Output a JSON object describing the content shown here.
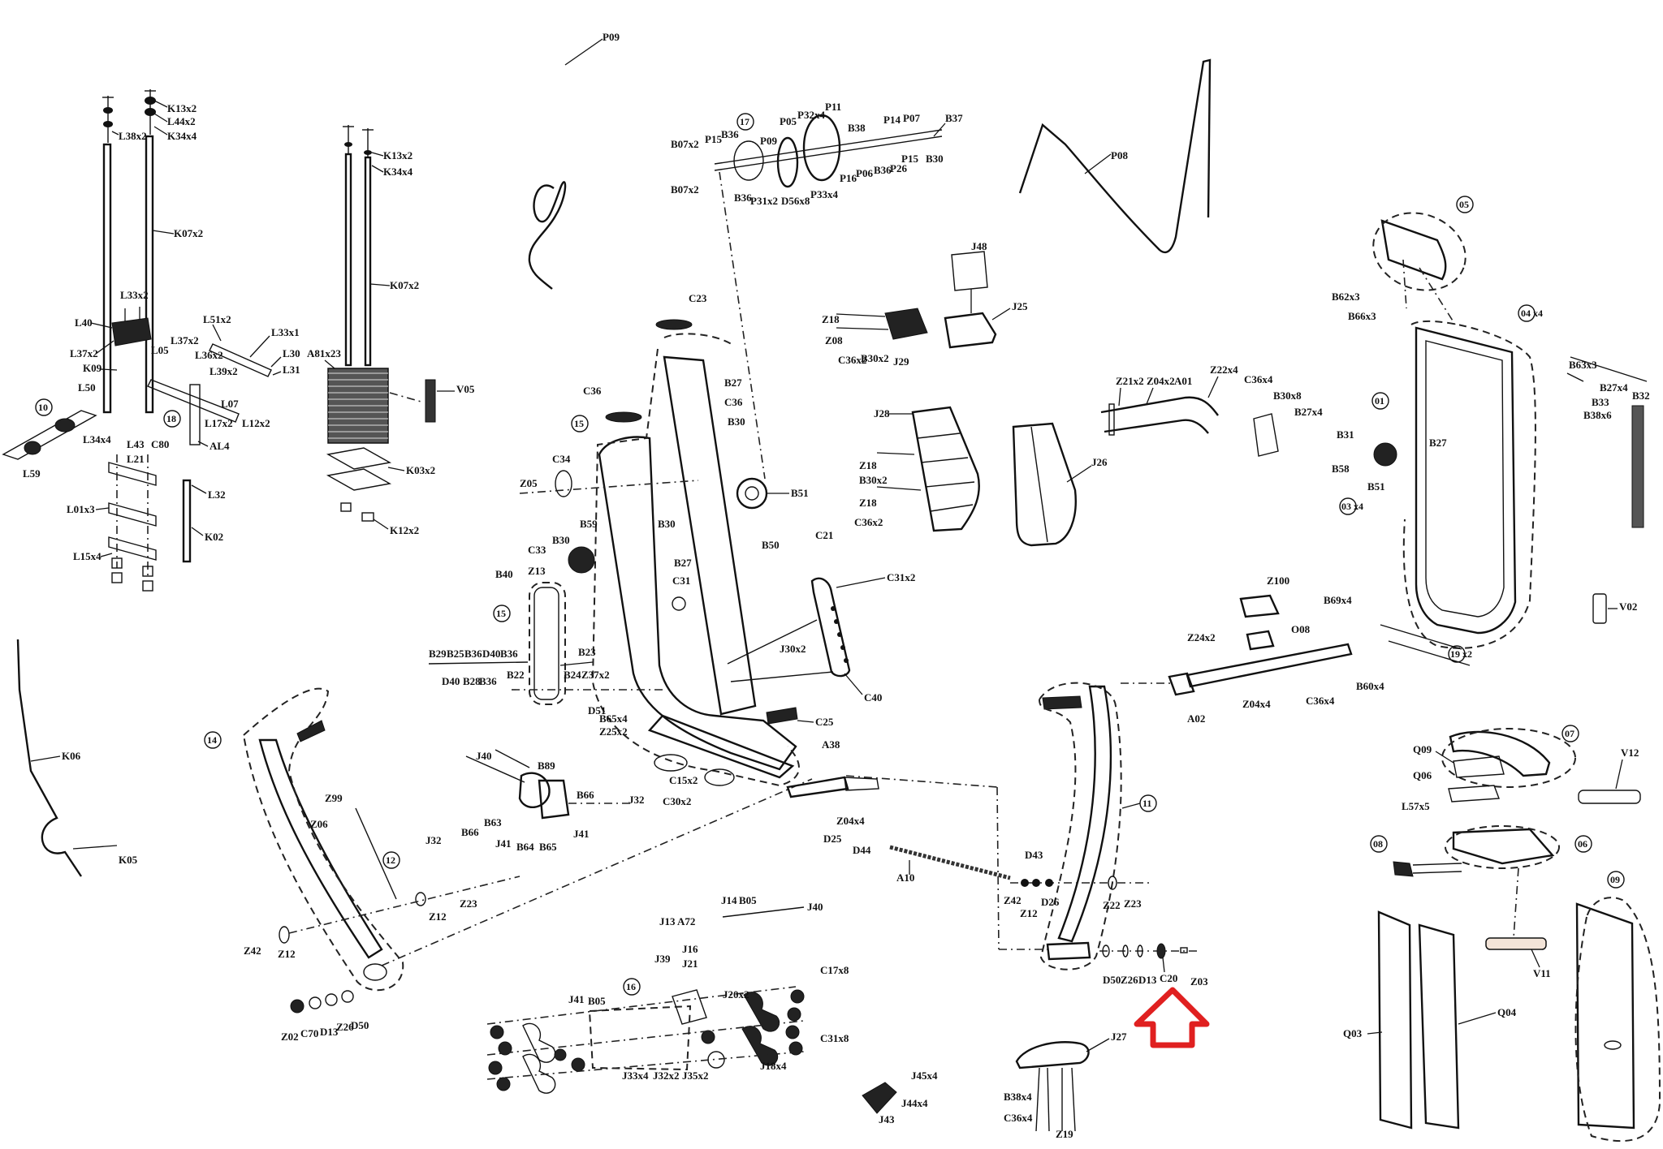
{
  "diagram": {
    "title": "Exploded parts diagram – multi-gym / elliptical assembly",
    "highlight": {
      "target_label": "C20",
      "indicator": "red-up-arrow",
      "color": "#e02020"
    },
    "groups": [
      {
        "id": "10",
        "text": "10"
      },
      {
        "id": "18",
        "text": "18"
      },
      {
        "id": "17",
        "text": "17"
      },
      {
        "id": "15a",
        "text": "15"
      },
      {
        "id": "15b",
        "text": "15"
      },
      {
        "id": "14",
        "text": "14"
      },
      {
        "id": "12",
        "text": "12"
      },
      {
        "id": "11",
        "text": "11"
      },
      {
        "id": "16",
        "text": "16"
      },
      {
        "id": "05",
        "text": "05"
      },
      {
        "id": "01",
        "text": "01"
      },
      {
        "id": "04",
        "text": "04 x4"
      },
      {
        "id": "03",
        "text": "03 x4"
      },
      {
        "id": "19",
        "text": "19 x2"
      },
      {
        "id": "07",
        "text": "07"
      },
      {
        "id": "08",
        "text": "08"
      },
      {
        "id": "06",
        "text": "06"
      },
      {
        "id": "09",
        "text": "09"
      }
    ],
    "labels": {
      "k13x2a": "K13x2",
      "l44x2": "L44x2",
      "k34x4a": "K34x4",
      "l38x2": "L38x2",
      "k07x2a": "K07x2",
      "l33x2": "L33x2",
      "l40": "L40",
      "l37x2a": "L37x2",
      "l05": "L05",
      "l37x2b": "L37x2",
      "l51x2": "L51x2",
      "l33x1": "L33x1",
      "l30": "L30",
      "l31": "L31",
      "l36x2": "L36x2",
      "l39x2": "L39x2",
      "k09": "K09",
      "l50": "L50",
      "l07": "L07",
      "l12x2": "L12x2",
      "l17x2": "L17x2",
      "l34x4": "L34x4",
      "c80": "C80",
      "l43": "L43",
      "l21": "L21",
      "al4": "AL4",
      "l59": "L59",
      "l32": "L32",
      "l01x3": "L01x3",
      "k02": "K02",
      "l15x4": "L15x4",
      "k13x2b": "K13x2",
      "k34x4b": "K34x4",
      "k07x2b": "K07x2",
      "a81x23": "A81x23",
      "v05": "V05",
      "k03x2": "K03x2",
      "k12x2": "K12x2",
      "p09": "P09",
      "p08": "P08",
      "b07x2a": "B07x2",
      "b07x2b": "B07x2",
      "p15a": "P15",
      "b36a": "B36",
      "b36b": "B36",
      "p09b": "P09",
      "p05": "P05",
      "p32x4": "P32x4",
      "p11": "P11",
      "b38": "B38",
      "p14": "P14",
      "p07": "P07",
      "b37": "B37",
      "b30": "B30",
      "p16": "P16",
      "p06": "P06",
      "b36c": "B36",
      "p26": "P26",
      "p15b": "P15",
      "p31x2": "P31x2",
      "d56x8": "D56x8",
      "p33x4": "P33x4",
      "j48": "J48",
      "j25": "J25",
      "z18a": "Z18",
      "z08": "Z08",
      "c36x2a": "C36x2",
      "b30x2a": "B30x2",
      "j29": "J29",
      "j28": "J28",
      "z18b": "Z18",
      "b30x2b": "B30x2",
      "z18c": "Z18",
      "c36x2b": "C36x2",
      "j26": "J26",
      "c23": "C23",
      "b27a": "B27",
      "c36a": "C36",
      "b30a": "B30",
      "c36b": "C36",
      "c34": "C34",
      "z05": "Z05",
      "b51a": "B51",
      "b50": "B50",
      "c21": "C21",
      "b59": "B59",
      "b30b": "B30",
      "b27b": "B27",
      "c31": "C31",
      "c33": "C33",
      "c31x2": "C31x2",
      "j30x2": "J30x2",
      "c40": "C40",
      "b40": "B40",
      "z13": "Z13",
      "b29": "B29",
      "b25": "B25",
      "b36d": "B36",
      "d40a": "D40",
      "b36e": "B36",
      "b23": "B23",
      "d40b": "D40",
      "b28": "B28",
      "b36f": "B36",
      "b22": "B22",
      "b24": "B24",
      "z37x2": "Z37x2",
      "d51": "D51",
      "b65x4": "B65x4",
      "z25x2": "Z25x2",
      "c25": "C25",
      "c15x2": "C15x2",
      "c30x2": "C30x2",
      "z21x2": "Z21x2",
      "z04x2": "Z04x2",
      "a01": "A01",
      "z22x4": "Z22x4",
      "c36x4a": "C36x4",
      "b30x8": "B30x8",
      "b27x4a": "B27x4",
      "b62x3": "B62x3",
      "b66x3": "B66x3",
      "b31a": "B31",
      "b58": "B58",
      "b51b": "B51",
      "b30c": "B30",
      "b27c": "B27",
      "b63x3": "B63x3",
      "b27x4b": "B27x4",
      "b32": "B32",
      "b33": "B33",
      "b38x6": "B38x6",
      "b69x4": "B69x4",
      "v02": "V02",
      "z100": "Z100",
      "o08": "O08",
      "z24x2": "Z24x2",
      "a02": "A02",
      "z04x4a": "Z04x4",
      "c36x4b": "C36x4",
      "b60x4": "B60x4",
      "k06": "K06",
      "k05": "K05",
      "j40": "J40",
      "b89": "B89",
      "b66a": "B66",
      "j32a": "J32",
      "b63": "B63",
      "b66b": "B66",
      "j32b": "J32",
      "j41a": "J41",
      "b64": "B64",
      "b65": "B65",
      "j41b": "J41",
      "z99": "Z99",
      "z06": "Z06",
      "z12a": "Z12",
      "z23a": "Z23",
      "z42a": "Z42",
      "z12b": "Z12",
      "z02": "Z02",
      "c70": "C70",
      "d13a": "D13",
      "z26a": "Z26",
      "d50a": "D50",
      "a38": "A38",
      "z04x4b": "Z04x4",
      "d25": "D25",
      "d44": "D44",
      "a10": "A10",
      "d43": "D43",
      "z42b": "Z42",
      "z12c": "Z12",
      "d26": "D26",
      "z22": "Z22",
      "z23b": "Z23",
      "d50b": "D50",
      "z26b": "Z26",
      "d13b": "D13",
      "c20": "C20",
      "z03": "Z03",
      "a72": "A72",
      "j14": "J14",
      "b05a": "B05",
      "j40b": "J40",
      "j13": "J13",
      "j39": "J39",
      "j16": "J16",
      "j21": "J21",
      "j41c": "J41",
      "b05b": "B05",
      "j20x2": "J20x2",
      "c17x8": "C17x8",
      "c31x8": "C31x8",
      "j18x4": "J18x4",
      "j33x4": "J33x4",
      "j32x2": "J32x2",
      "j35x2": "J35x2",
      "j45x4": "J45x4",
      "j44x4": "J44x4",
      "j43": "J43",
      "j27": "J27",
      "b38x4": "B38x4",
      "c36x4c": "C36x4",
      "z19": "Z19",
      "q09": "Q09",
      "q06": "Q06",
      "l57x5": "L57x5",
      "v12": "V12",
      "v11": "V11",
      "q03": "Q03",
      "q04": "Q04"
    }
  }
}
